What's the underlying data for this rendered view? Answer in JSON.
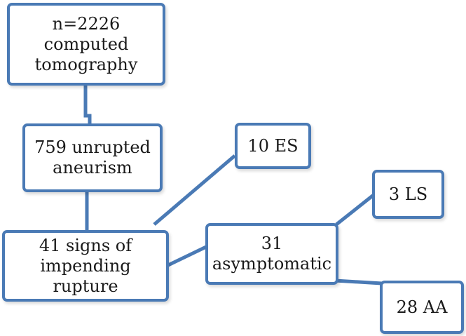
{
  "diagram": {
    "line_color": "#4a7ab5",
    "nodes": {
      "ct": {
        "lines": [
          "n=2226",
          "computed",
          "tomography"
        ]
      },
      "unruptured": {
        "lines": [
          "759 unrupted",
          "aneurism"
        ]
      },
      "impending": {
        "lines": [
          "41 signs of",
          "impending",
          "rupture"
        ]
      },
      "es": {
        "lines": [
          "10 ES"
        ]
      },
      "asymptomatic": {
        "lines": [
          "31",
          "asymptomatic"
        ]
      },
      "ls": {
        "lines": [
          "3 LS"
        ]
      },
      "aa": {
        "lines": [
          "28 AA"
        ]
      }
    }
  }
}
